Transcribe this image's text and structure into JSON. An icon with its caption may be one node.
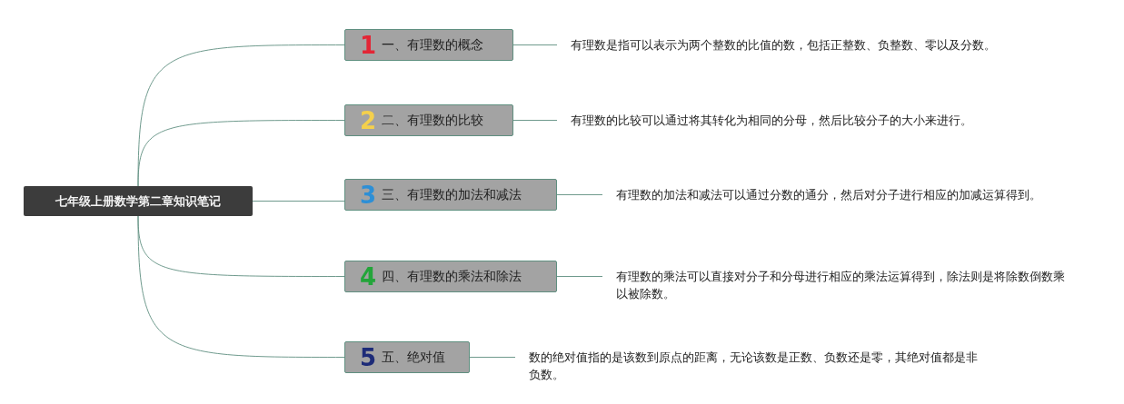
{
  "diagram": {
    "nodes": [
      {
        "text": [
          "七年级上册数学第二章知识笔记"
        ]
      },
      {
        "text": [
          "1",
          "一、有理数的概念"
        ]
      },
      {
        "text": [
          "2",
          "二、有理数的比较"
        ]
      },
      {
        "text": [
          "3",
          "三、有理数的加法和减法"
        ]
      },
      {
        "text": [
          "4",
          "四、有理数的乘法和除法"
        ]
      },
      {
        "text": [
          "5",
          "五、绝对值"
        ]
      },
      {
        "text": [
          "有理数是指可以表示为两个整数的比值的数，包括正整数、负整数、零以及分数。"
        ]
      },
      {
        "text": [
          "有理数的比较可以通过将其转化为相同的分母，然后比较分子的大小来进行。"
        ]
      },
      {
        "text": [
          "有理数的加法和减法可以通过分数的通分，然后对分子进行相应的加减运算得到。"
        ]
      },
      {
        "text": [
          "有理数的乘法可以直接对分子和分母进行相应的乘法运算得到，除法则是将除数倒数乘以被除数。"
        ]
      },
      {
        "text": [
          "数的绝对值指的是该数到原点的距离，无论该数是正数、负数还是零，其绝对值都是非负数。"
        ]
      }
    ],
    "edges": [
      {
        "from": 0,
        "to": 1,
        "arrow": "none"
      },
      {
        "from": 0,
        "to": 2,
        "arrow": "none"
      },
      {
        "from": 0,
        "to": 3,
        "arrow": "none"
      },
      {
        "from": 0,
        "to": 4,
        "arrow": "none"
      },
      {
        "from": 0,
        "to": 5,
        "arrow": "none"
      },
      {
        "from": 1,
        "to": 6,
        "arrow": "none"
      },
      {
        "from": 2,
        "to": 7,
        "arrow": "none"
      },
      {
        "from": 3,
        "to": 8,
        "arrow": "none"
      },
      {
        "from": 4,
        "to": 9,
        "arrow": "none"
      },
      {
        "from": 5,
        "to": 10,
        "arrow": "none"
      }
    ]
  }
}
